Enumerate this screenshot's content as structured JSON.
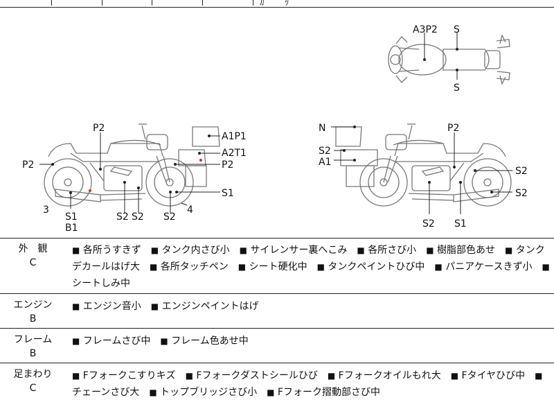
{
  "header_fragment": "ｶﾞ ﾞ ﾟ ｯ",
  "diagram": {
    "top_view_labels": [
      "A3P2",
      "S",
      "S"
    ],
    "left_view_labels": [
      "P2",
      "A1P1",
      "A2T1",
      "P2",
      "P2",
      "S1",
      "3",
      "S1",
      "B1",
      "S2",
      "S2",
      "S2",
      "4"
    ],
    "right_view_labels": [
      "N",
      "P2",
      "S2",
      "A1",
      "S2",
      "S2",
      "S2",
      "S1"
    ]
  },
  "sections": [
    {
      "category": "外　観",
      "grade": "C",
      "items": [
        "各所うすきず",
        "タンク内さび小",
        "サイレンサー裏へこみ",
        "各所さび小",
        "樹脂部色あせ",
        "タンクデカールはげ大",
        "各所タッチペン",
        "シート硬化中",
        "タンクペイントひび中",
        "パニアケースきず小",
        "シートしみ中"
      ]
    },
    {
      "category": "エンジン",
      "grade": "B",
      "items": [
        "エンジン音小",
        "エンジンペイントはげ"
      ]
    },
    {
      "category": "フレーム",
      "grade": "B",
      "items": [
        "フレームさび中",
        "フレーム色あせ中"
      ]
    },
    {
      "category": "足まわり",
      "grade": "C",
      "items": [
        "Fフォークこすりキズ",
        "Fフォークダストシールひび",
        "Fフォークオイルもれ大",
        "Fタイヤひび中",
        "チェーンさび大",
        "トップブリッジさび小",
        "Fフォーク摺動部さび中"
      ]
    }
  ],
  "bullet": "■"
}
